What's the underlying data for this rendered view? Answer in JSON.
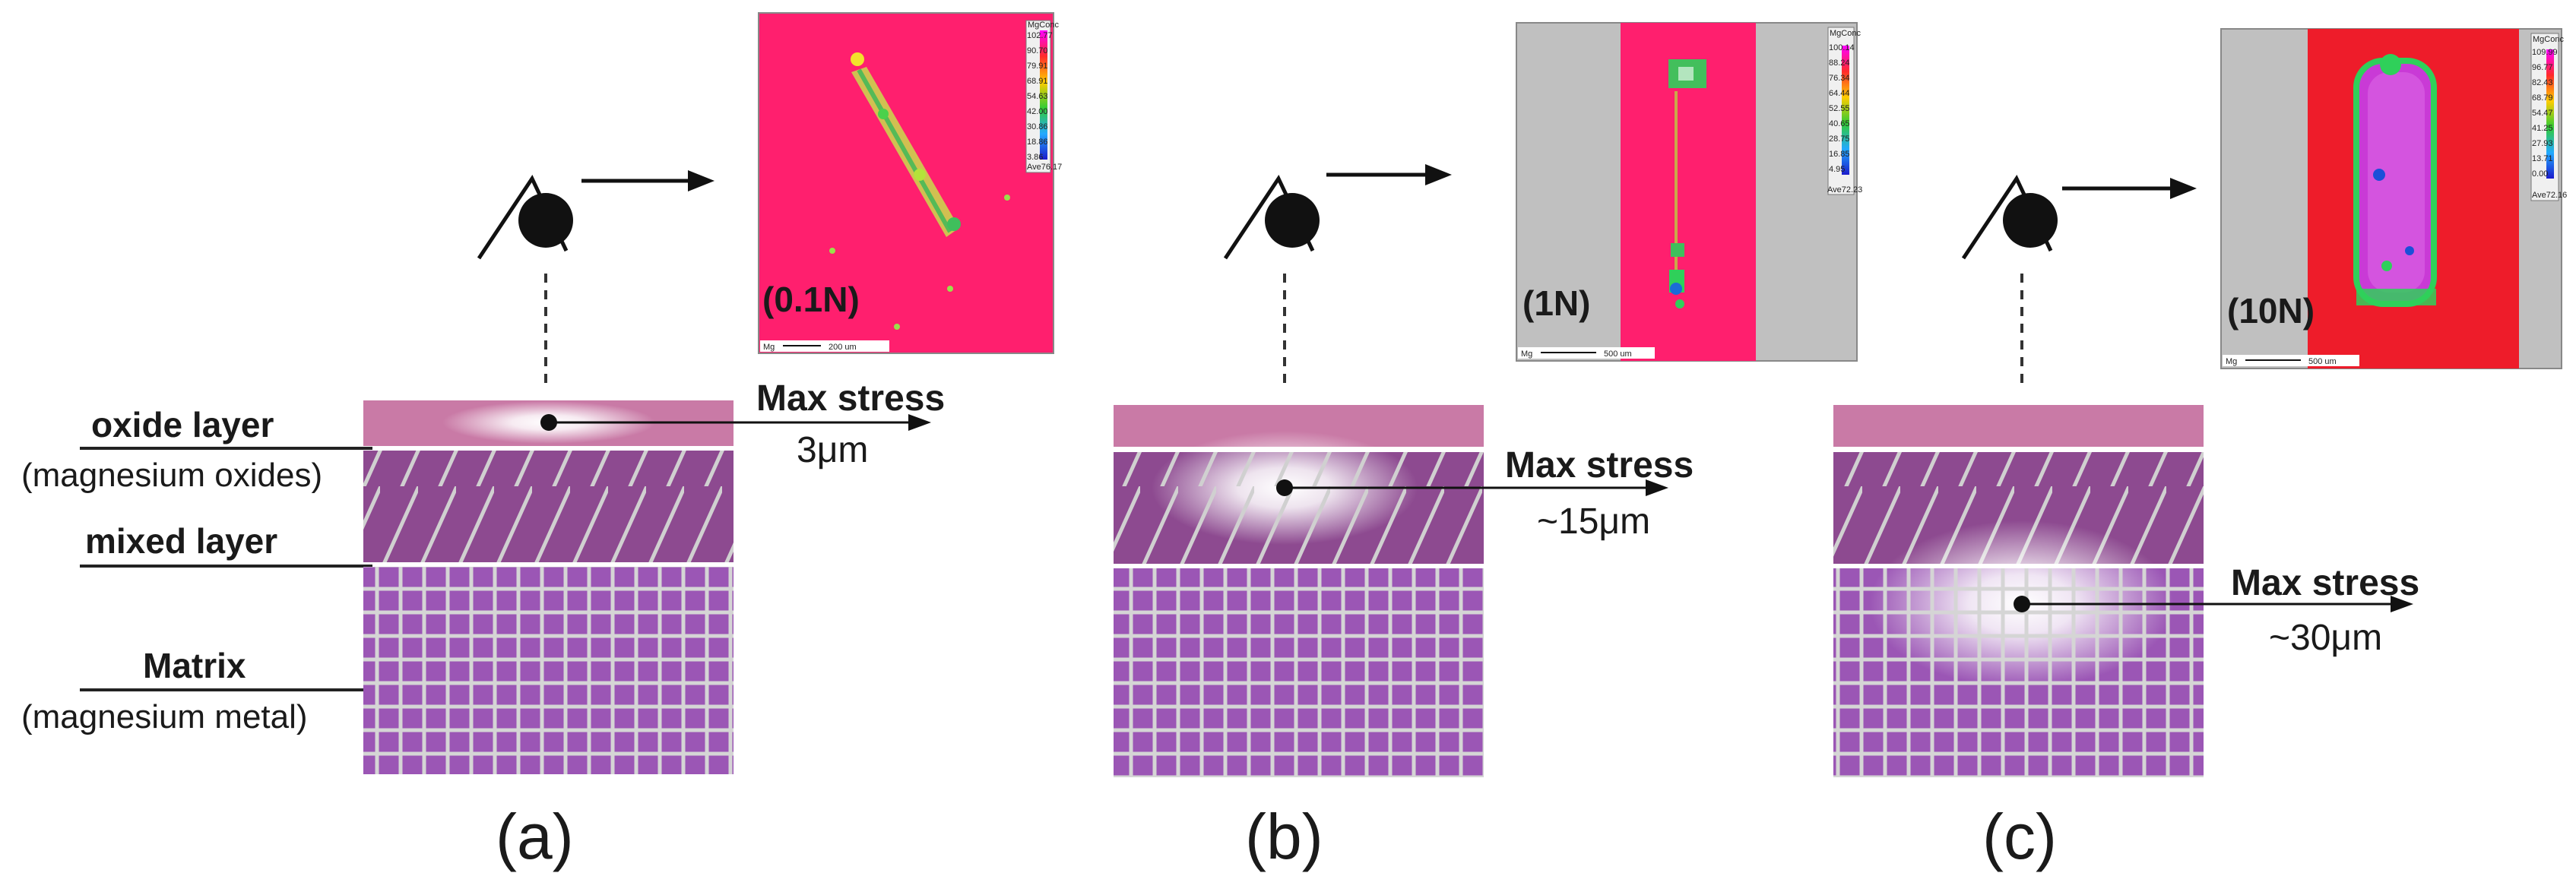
{
  "layer_labels": {
    "oxide_title": "oxide  layer",
    "oxide_sub": "(magnesium oxides)",
    "mixed_title": "mixed  layer",
    "matrix_title": "Matrix",
    "matrix_sub": "(magnesium metal)"
  },
  "panels": [
    {
      "id": "a",
      "label": "(a)",
      "load": "(0.1N)",
      "stress_title": "Max stress",
      "stress_depth": "3μm",
      "map": {
        "unit": "MgConc",
        "scale_text": "200 um",
        "legend_values": [
          "102.77",
          "90.70",
          "79.91",
          "68.91",
          "54.63",
          "42.00",
          "30.86",
          "18.86",
          "3.86"
        ],
        "footer": "Ave76.17"
      }
    },
    {
      "id": "b",
      "label": "(b)",
      "load": "(1N)",
      "stress_title": "Max stress",
      "stress_depth": "~15μm",
      "map": {
        "unit": "MgConc",
        "scale_text": "500 um",
        "legend_values": [
          "100.14",
          "88.24",
          "76.34",
          "64.44",
          "52.55",
          "40.65",
          "28.75",
          "16.85",
          "4.95"
        ],
        "footer": "Ave72.23"
      }
    },
    {
      "id": "c",
      "label": "(c)",
      "load": "(10N)",
      "stress_title": "Max stress",
      "stress_depth": "~30μm",
      "map": {
        "unit": "MgConc",
        "scale_text": "500 um",
        "legend_values": [
          "109.99",
          "96.77",
          "82.43",
          "68.79",
          "54.47",
          "41.25",
          "27.93",
          "13.71",
          "0.00"
        ],
        "footer": "Ave72.16"
      }
    }
  ],
  "map_scale_prefix": "Mg",
  "colors": {
    "oxide": "#c97aa6",
    "mixed": "#8d4a90",
    "matrix": "#9b56b5",
    "grid_line": "#d5d5d5",
    "map_pink": "#ff1f6e",
    "map_gray": "#c0c0c0",
    "map_red": "#ee1c2a"
  }
}
